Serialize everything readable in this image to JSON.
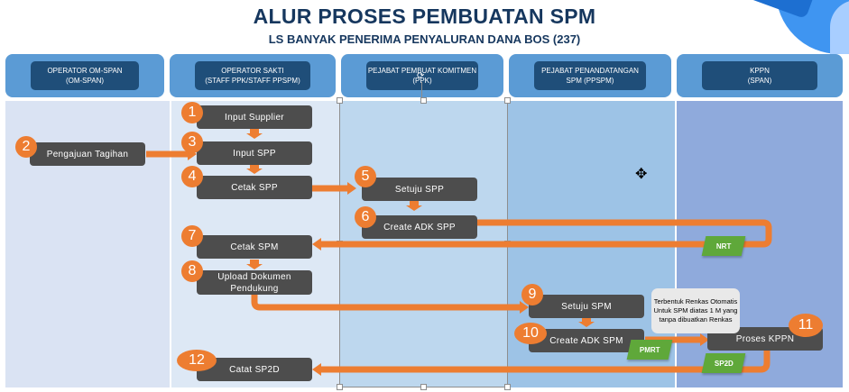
{
  "header": {
    "title": "ALUR PROSES PEMBUATAN SPM",
    "subtitle": "LS BANYAK PENERIMA PENYALURAN DANA BOS (237)"
  },
  "lanes": [
    {
      "line1": "OPERATOR OM-SPAN",
      "line2": "(OM-SPAN)"
    },
    {
      "line1": "OPERATOR SAKTI",
      "line2": "(STAFF PPK/STAFF PPSPM)"
    },
    {
      "line1": "PEJABAT PEMBUAT KOMITMEN",
      "line2": "(PPK)"
    },
    {
      "line1": "PEJABAT PENANDATANGAN",
      "line2": "SPM (PPSPM)"
    },
    {
      "line1": "KPPN",
      "line2": "(SPAN)"
    }
  ],
  "steps": [
    {
      "num": "1",
      "label": "Input Supplier"
    },
    {
      "num": "2",
      "label": "Pengajuan Tagihan"
    },
    {
      "num": "3",
      "label": "Input SPP"
    },
    {
      "num": "4",
      "label": "Cetak SPP"
    },
    {
      "num": "5",
      "label": "Setuju SPP"
    },
    {
      "num": "6",
      "label": "Create ADK SPP"
    },
    {
      "num": "7",
      "label": "Cetak SPM"
    },
    {
      "num": "8",
      "label": "Upload Dokumen Pendukung"
    },
    {
      "num": "9",
      "label": "Setuju SPM"
    },
    {
      "num": "10",
      "label": "Create ADK SPM"
    },
    {
      "num": "11",
      "label": "Proses KPPN"
    },
    {
      "num": "12",
      "label": "Catat SP2D"
    }
  ],
  "documents": {
    "nrt": "NRT",
    "pmrt": "PMRT",
    "sp2d": "SP2D"
  },
  "note": "Terbentuk Renkas Otomatis Untuk SPM diatas 1 M yang tanpa dibuatkan Renkas",
  "colors": {
    "title": "#16375e",
    "lane_header": "#5b9bd5",
    "lane_header_inner": "#1f4e79",
    "step_box": "#4d4d4d",
    "accent_orange": "#ed7d31",
    "doc_green": "#5fa83a"
  }
}
